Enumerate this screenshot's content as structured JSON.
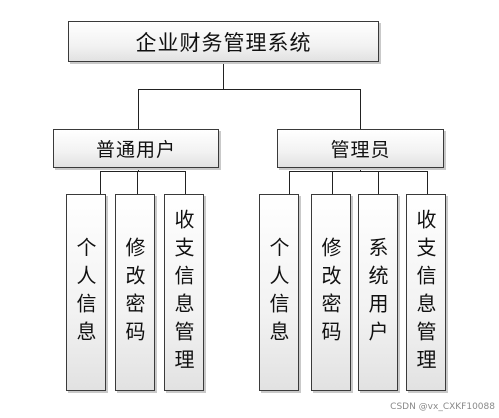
{
  "root": {
    "label": "企业财务管理系统"
  },
  "groups": [
    {
      "label": "普通用户",
      "children": [
        "个人信息",
        "修改密码",
        "收支信息管理"
      ]
    },
    {
      "label": "管理员",
      "children": [
        "个人信息",
        "修改密码",
        "系统用户",
        "收支信息管理"
      ]
    }
  ],
  "watermark": "CSDN @vx_CXKF10088"
}
